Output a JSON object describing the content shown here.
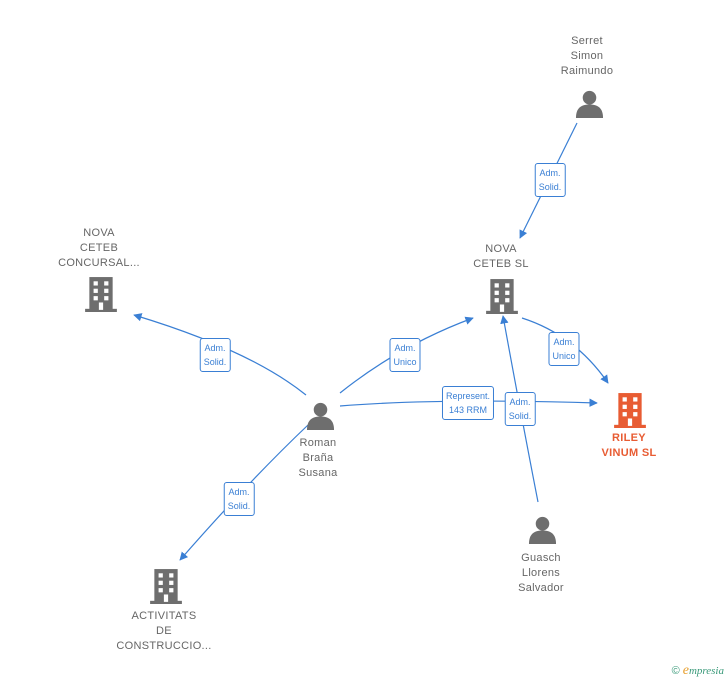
{
  "nodes": {
    "serret": {
      "label_lines": [
        "Serret",
        "Simon",
        "Raimundo"
      ],
      "type": "person"
    },
    "nova_ceteb_concursal": {
      "label_lines": [
        "NOVA",
        "CETEB",
        "CONCURSAL..."
      ],
      "type": "company"
    },
    "nova_ceteb_sl": {
      "label_lines": [
        "NOVA",
        "CETEB  SL"
      ],
      "type": "company"
    },
    "riley_vinum": {
      "label_lines": [
        "RILEY",
        "VINUM  SL"
      ],
      "type": "company-focus"
    },
    "roman": {
      "label_lines": [
        "Roman",
        "Braña",
        "Susana"
      ],
      "type": "person"
    },
    "guasch": {
      "label_lines": [
        "Guasch",
        "Llorens",
        "Salvador"
      ],
      "type": "person"
    },
    "activitats": {
      "label_lines": [
        "ACTIVITATS",
        "DE",
        "CONSTRUCCIO..."
      ],
      "type": "company"
    }
  },
  "edges": {
    "serret_nova": [
      "Adm.",
      "Solid."
    ],
    "roman_concursal": [
      "Adm.",
      "Solid."
    ],
    "roman_nova": [
      "Adm.",
      "Unico"
    ],
    "nova_riley": [
      "Adm.",
      "Unico"
    ],
    "roman_riley": [
      "Represent.",
      "143 RRM"
    ],
    "guasch_nova": [
      "Adm.",
      "Solid."
    ],
    "roman_activitats": [
      "Adm.",
      "Solid."
    ]
  },
  "colors": {
    "edge": "#3a7fd4",
    "node": "#6e6e6e",
    "focus": "#e85c33"
  },
  "footer": {
    "copyright": "©",
    "brand_e": "e",
    "brand_rest": "mpresia"
  }
}
